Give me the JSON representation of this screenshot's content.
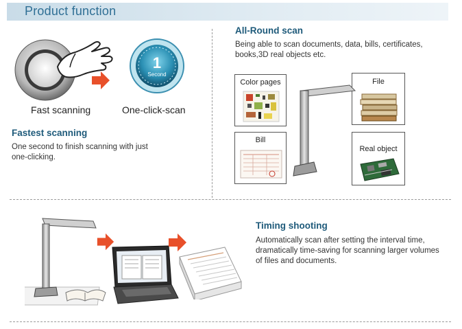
{
  "header": {
    "title": "Product function"
  },
  "fast": {
    "left_caption": "Fast scanning",
    "right_caption": "One-click-scan",
    "dial_number": "1",
    "dial_unit": "Second",
    "title": "Fastest scanning",
    "desc_line1": "One second to finish scanning with just",
    "desc_line2": "one-clicking."
  },
  "allround": {
    "title": "All-Round scan",
    "desc_line1": "Being able to scan documents, data, bills, certificates,",
    "desc_line2": "books,3D real objects etc.",
    "cards": {
      "color_pages": "Color pages",
      "file": "File",
      "bill": "Bill",
      "real_object": "Real object"
    }
  },
  "timing": {
    "title": "Timing shooting",
    "desc_line1": "Automatically scan after setting the interval time,",
    "desc_line2": "dramatically time-saving for scanning larger volumes",
    "desc_line3": "of files and documents."
  },
  "colors": {
    "accent": "#2f6f95",
    "heading": "#1e5a7a",
    "arrow": "#e8502a"
  }
}
